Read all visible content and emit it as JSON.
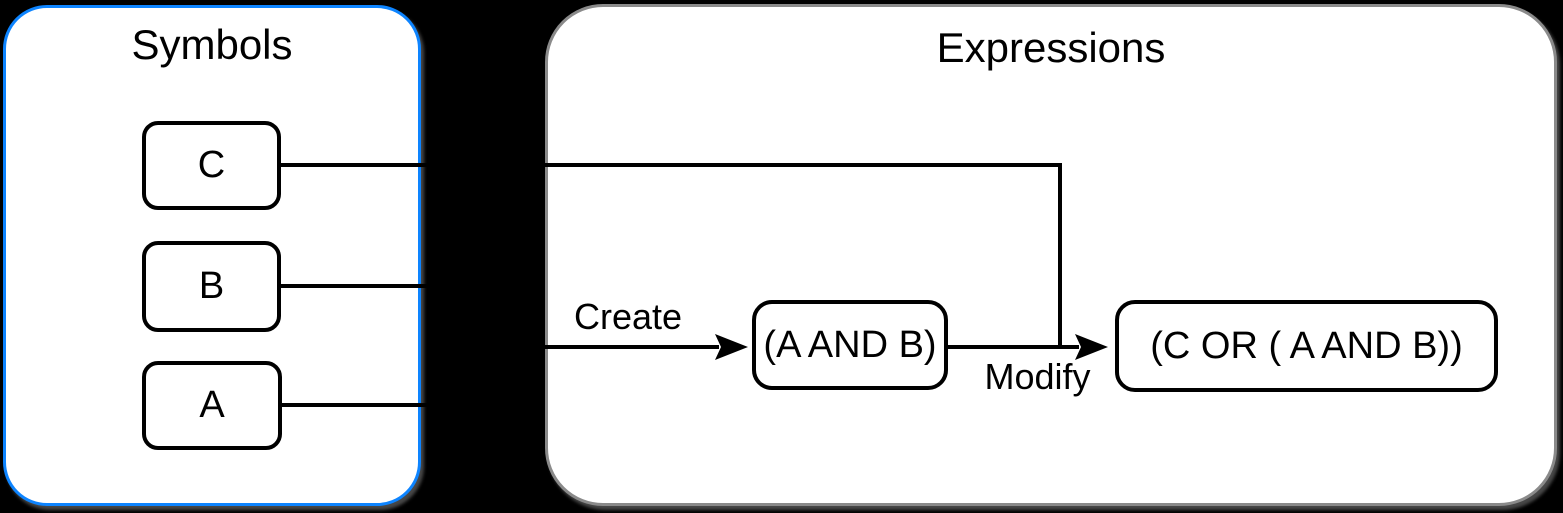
{
  "colors": {
    "background": "#000000",
    "panel_fill": "#ffffff",
    "symbols_border": "#0d84ff",
    "expressions_border": "#8a8a8a",
    "line": "#000000",
    "text": "#000000"
  },
  "symbols_panel": {
    "title": "Symbols",
    "items": [
      {
        "label": "C"
      },
      {
        "label": "B"
      },
      {
        "label": "A"
      }
    ]
  },
  "expressions_panel": {
    "title": "Expressions",
    "nodes": [
      {
        "label": "(A AND B)"
      },
      {
        "label": "(C OR ( A AND B))"
      }
    ],
    "edges": [
      {
        "label": "Create"
      },
      {
        "label": "Modify"
      }
    ]
  }
}
